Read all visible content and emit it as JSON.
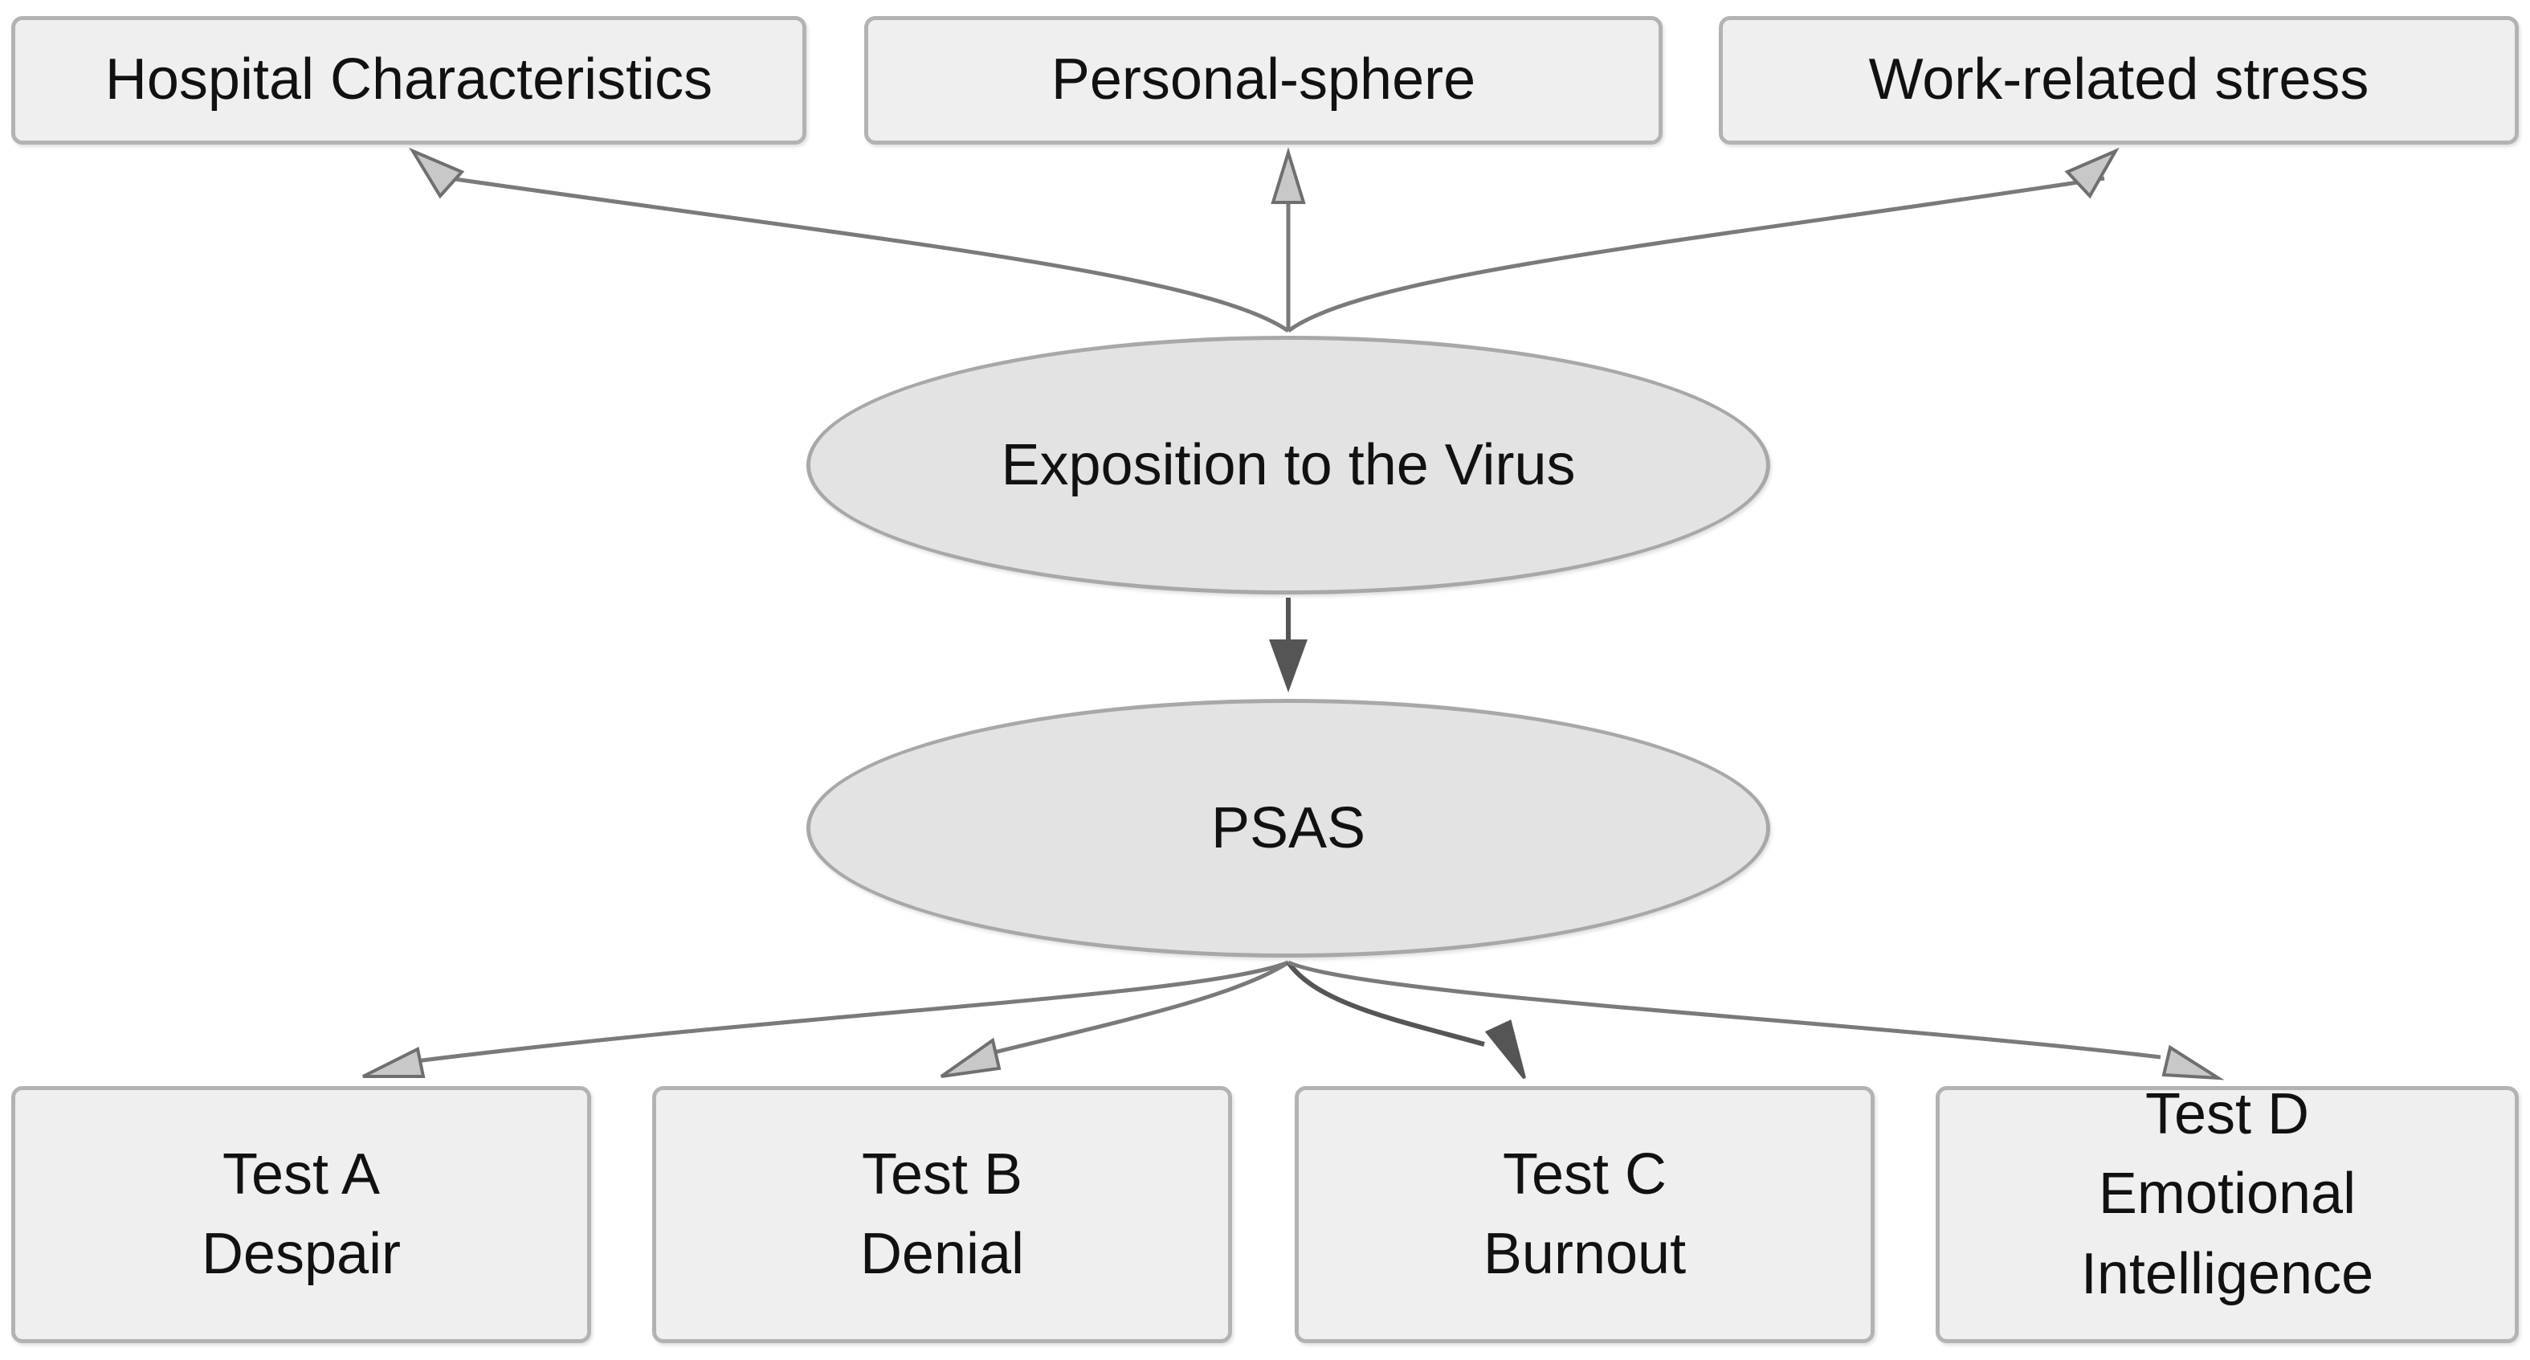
{
  "top_nodes": {
    "hospital": "Hospital Characteristics",
    "personal": "Personal-sphere",
    "work": "Work-related stress"
  },
  "center_nodes": {
    "exposition": "Exposition to the Virus",
    "psas": "PSAS"
  },
  "tests": {
    "a": {
      "title": "Test A",
      "name": "Despair"
    },
    "b": {
      "title": "Test B",
      "name": "Denial"
    },
    "c": {
      "title": "Test C",
      "name": "Burnout"
    },
    "d": {
      "title": "Test D",
      "name_line1": "Emotional",
      "name_line2": "Intelligence"
    }
  },
  "colors": {
    "box_fill": "#efefef",
    "box_border": "#b3b3b3",
    "ellipse_fill": "#e3e3e3",
    "ellipse_border": "#a8a8a8",
    "edge": "#7a7a7a",
    "arrow_solid": "#555555"
  }
}
